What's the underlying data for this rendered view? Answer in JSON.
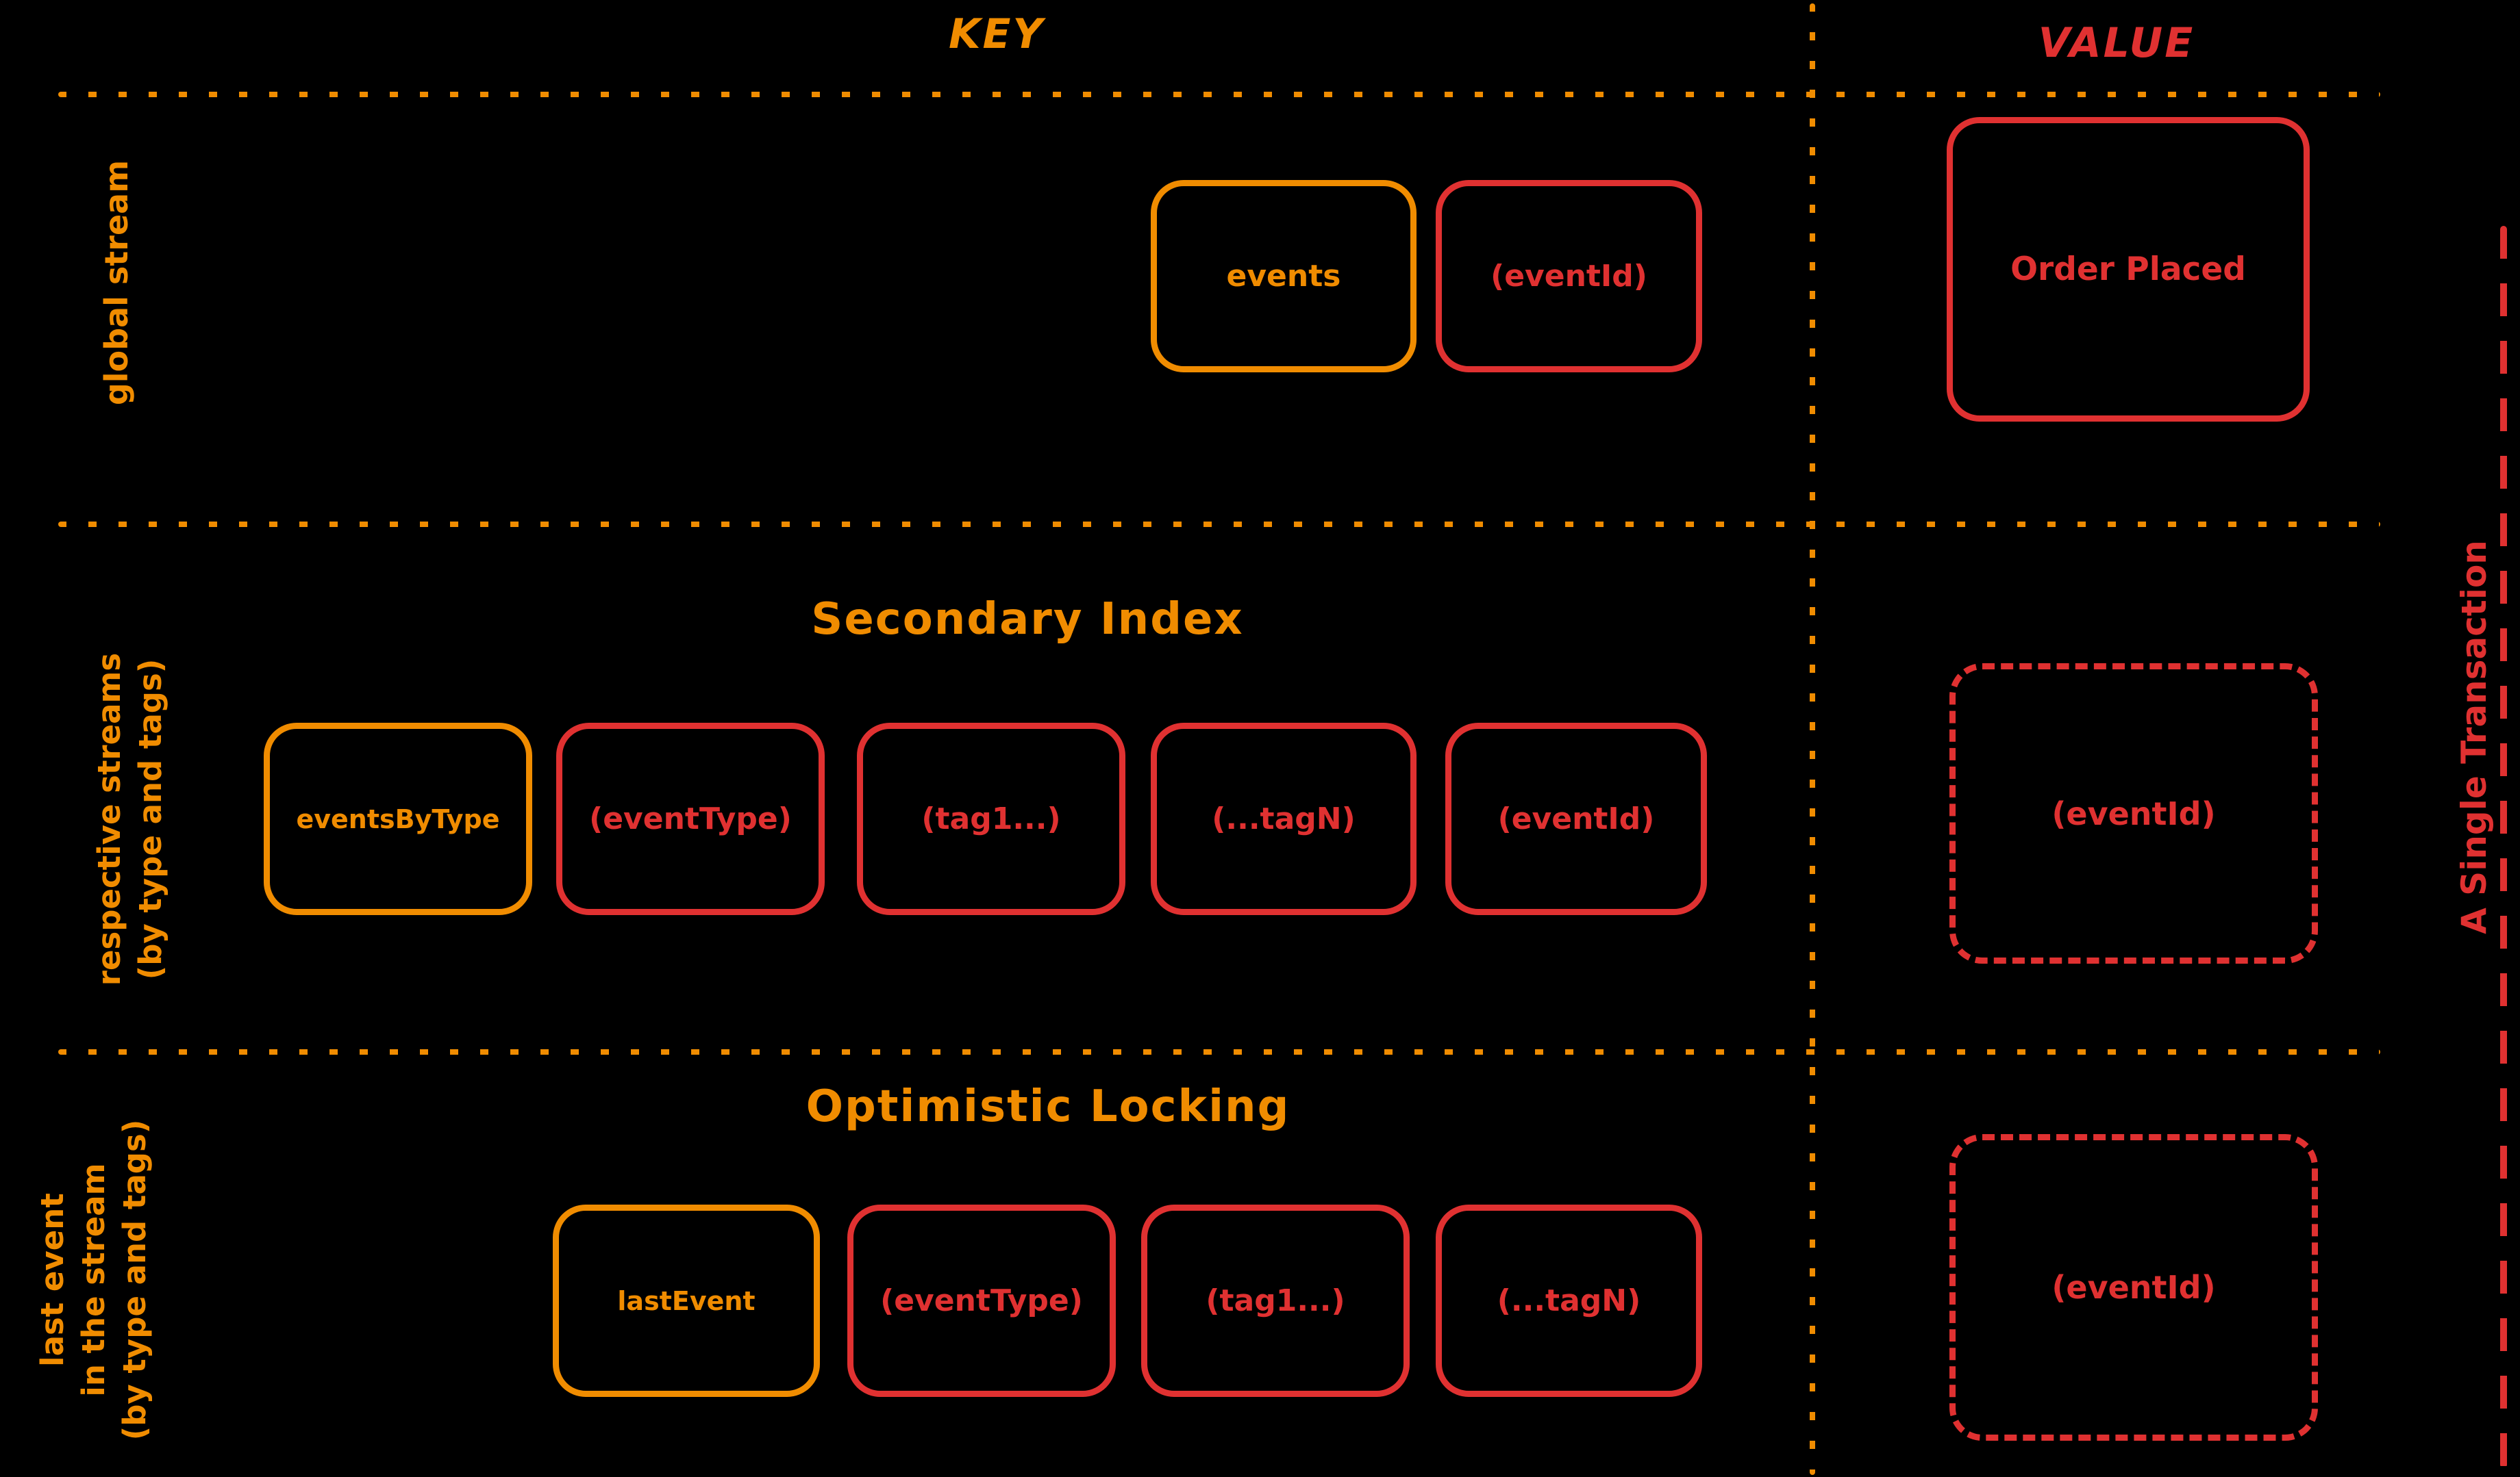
{
  "palette": {
    "orange": "#f08c00",
    "red": "#e03131",
    "background": "#000000"
  },
  "columns": {
    "key_label": "KEY",
    "value_label": "VALUE"
  },
  "labels": {
    "transaction": "A Single Transaction"
  },
  "sections": {
    "global_stream": {
      "row_label": "global stream",
      "key_boxes": {
        "events": "events",
        "event_id": "(eventId)"
      },
      "value_box": "Order Placed"
    },
    "secondary_index": {
      "title": "Secondary Index",
      "row_label": [
        "respective streams",
        "(by type and tags)"
      ],
      "key_boxes": {
        "events_by_type": "eventsByType",
        "event_type": "(eventType)",
        "tag1": "(tag1...)",
        "tagn": "(...tagN)",
        "event_id": "(eventId)"
      },
      "value_box": "(eventId)"
    },
    "optimistic_locking": {
      "title": "Optimistic Locking",
      "row_label": [
        "last event",
        "in the stream",
        "(by type and tags)"
      ],
      "key_boxes": {
        "last_event": "lastEvent",
        "event_type": "(eventType)",
        "tag1": "(tag1...)",
        "tagn": "(...tagN)"
      },
      "value_box": "(eventId)"
    }
  }
}
